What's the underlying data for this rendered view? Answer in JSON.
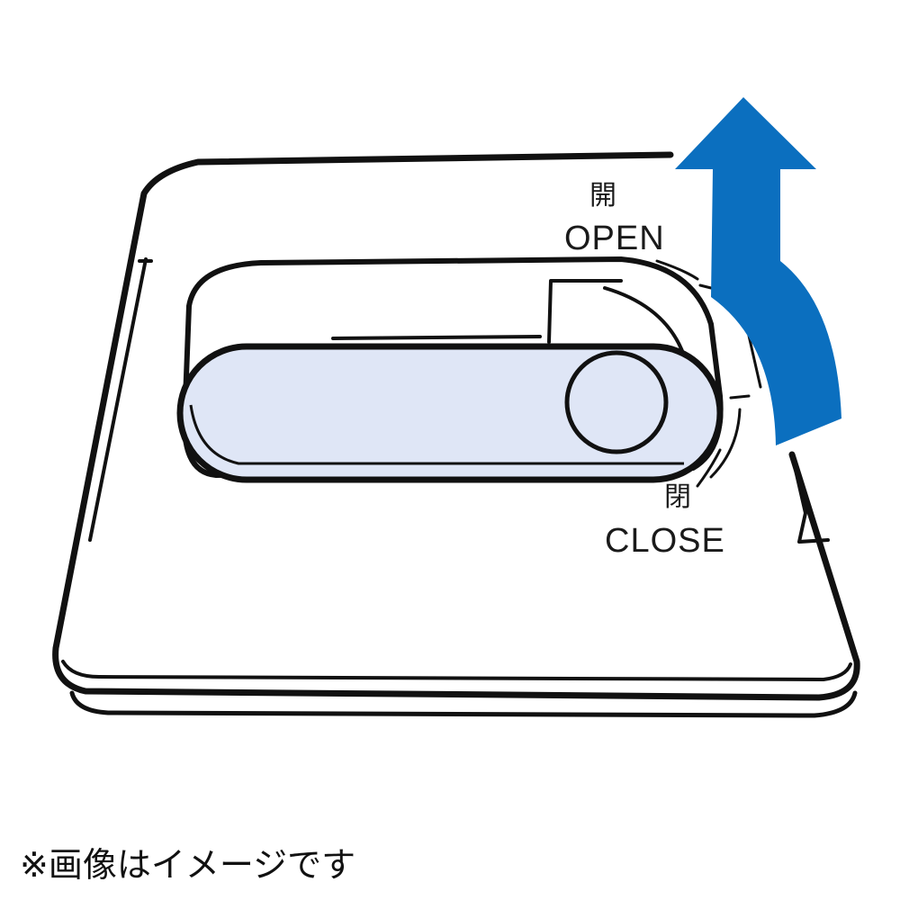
{
  "labels": {
    "open_kanji": "開",
    "open": "OPEN",
    "close_kanji": "閉",
    "close": "CLOSE"
  },
  "caption": "※画像はイメージです",
  "colors": {
    "arrow": "#0b6fbf",
    "handle_fill": "#dfe6f6",
    "outline": "#111111"
  }
}
